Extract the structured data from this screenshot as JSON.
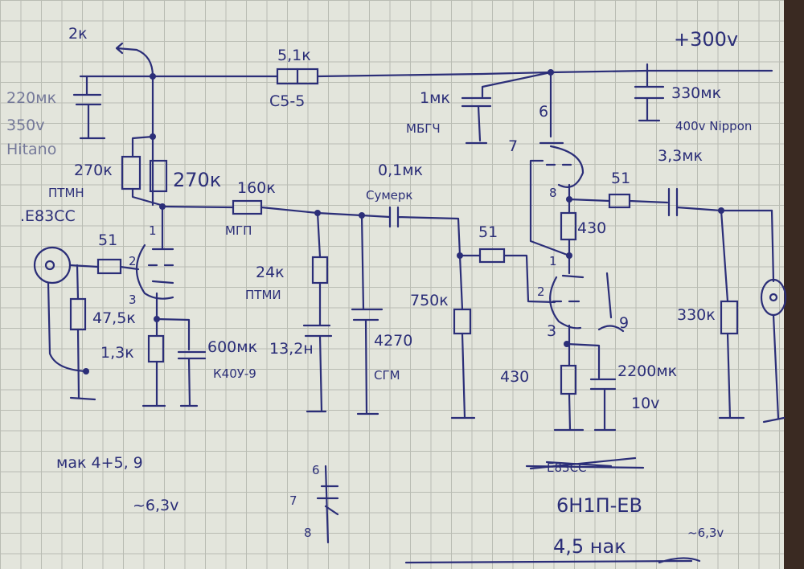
{
  "labels": {
    "pot": "2к",
    "r_supply": "5,1к",
    "r_supply_type": "С5-5",
    "supply": "+300v",
    "c_filter1_val": "220мк",
    "c_filter1_volt": "350v",
    "c_filter1_brand": "Hitano",
    "r_plate1a": "270к",
    "r_plate1b": "270к",
    "r_plate1_type": "ПТМН",
    "tube1": ".E83CC",
    "pin1": "1",
    "r_grid1": "51",
    "pin2": "2",
    "pin3": "3",
    "r_input": "47,5к",
    "r_cath1": "1,3к",
    "c_cath1_val": "600мк",
    "c_cath1_type": "К40У-9",
    "r_160": "160к",
    "r_160_type": "МГП",
    "r_24": "24к",
    "r_24_type": "ПТМИ",
    "c_132": "13,2н",
    "c_4270": "4270",
    "c_4270_type": "СГМ",
    "c_coupling": "0,1мк",
    "c_coupling_type": "Сумерк",
    "r_750": "750к",
    "r_grid2": "51",
    "c_1mk": "1мк",
    "c_1mk_type": "МБГЧ",
    "pin6": "6",
    "pin7": "7",
    "pin8": "8",
    "c_330_val": "330мк",
    "c_330_type": "400v Nippon",
    "c_out": "3,3мк",
    "r_out": "51",
    "r_430_top": "430",
    "pin2b": "1",
    "pin2g": "2",
    "pin2k": "3",
    "pin9": "9",
    "r_430_bot": "430",
    "c_2200_val": "2200мк",
    "c_2200_volt": "10v",
    "r_330": "330к",
    "note_heater1": "мак 4+5, 9",
    "note_heater2": "~6,3v",
    "pinout_6": "6",
    "pinout_7": "7",
    "pinout_8": "8",
    "tube_struck": "E83CC",
    "tube2": "6Н1П-ЕВ",
    "note_current": "4,5 нак",
    "note_heater3": "~6,3v"
  },
  "ink_color": "#2b2e78"
}
